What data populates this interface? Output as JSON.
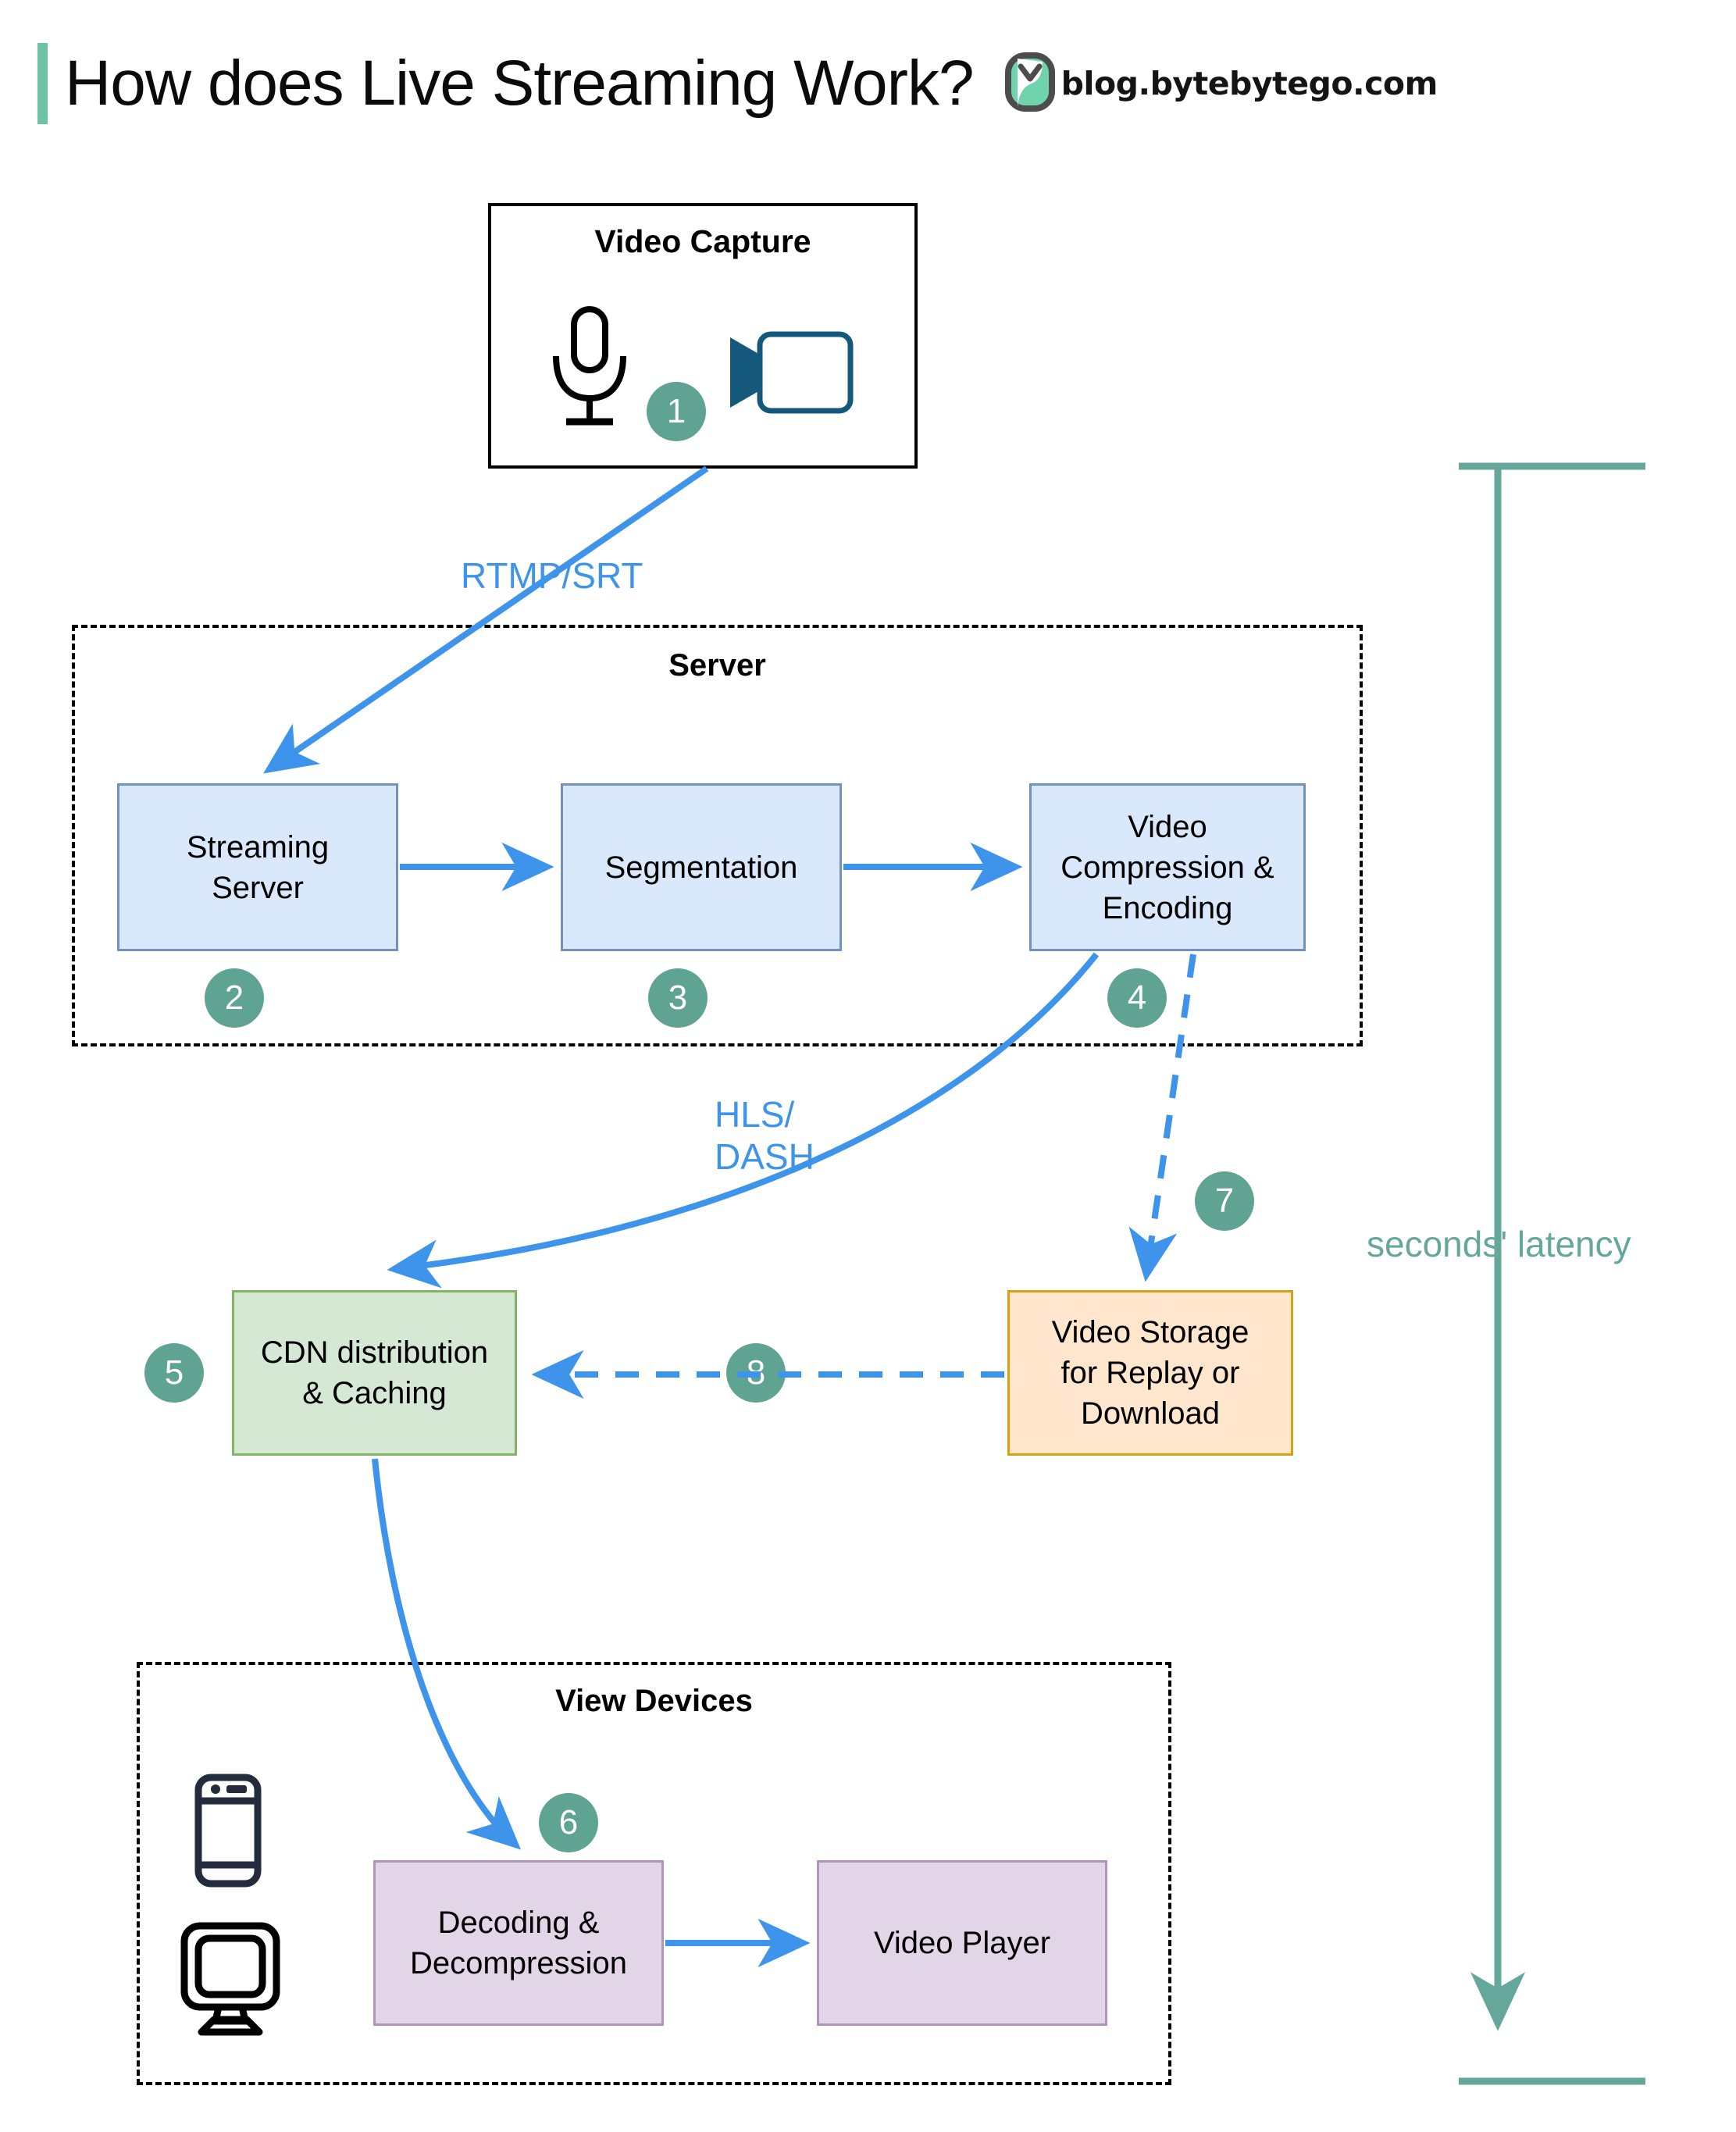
{
  "header": {
    "title": "How does Live Streaming Work?",
    "brand_text": "blog.bytebytego.com",
    "accent_color": "#6fc3a5"
  },
  "colors": {
    "badge": "#5fa392",
    "arrow_blue": "#3d94ea",
    "latency_teal": "#65a79a",
    "blue_fill": "#dae8fc",
    "blue_stroke": "#7392b9",
    "green_fill": "#d5e8d4",
    "green_stroke": "#82b366",
    "orange_fill": "#ffe6cc",
    "orange_stroke": "#d6a017",
    "purple_fill": "#e1d5e7",
    "purple_stroke": "#b094bd"
  },
  "groups": {
    "video_capture": {
      "title": "Video Capture"
    },
    "server": {
      "title": "Server"
    },
    "view_devices": {
      "title": "View Devices"
    }
  },
  "nodes": {
    "streaming_server": "Streaming\nServer",
    "segmentation": "Segmentation",
    "video_compression": "Video\nCompression &\nEncoding",
    "cdn": "CDN distribution\n& Caching",
    "video_storage": "Video Storage\nfor Replay or\nDownload",
    "decoding": "Decoding &\nDecompression",
    "video_player": "Video Player"
  },
  "badges": {
    "b1": "1",
    "b2": "2",
    "b3": "3",
    "b4": "4",
    "b5": "5",
    "b6": "6",
    "b7": "7",
    "b8": "8"
  },
  "edge_labels": {
    "rtmp_srt": "RTMP/SRT",
    "hls_dash": "HLS/\nDASH"
  },
  "annotations": {
    "latency": "seconds' latency"
  },
  "icons": {
    "microphone": "microphone-icon",
    "video_camera": "video-camera-icon",
    "smartphone": "smartphone-icon",
    "monitor": "monitor-icon",
    "brand_logo": "bytebytego-logo-icon"
  }
}
